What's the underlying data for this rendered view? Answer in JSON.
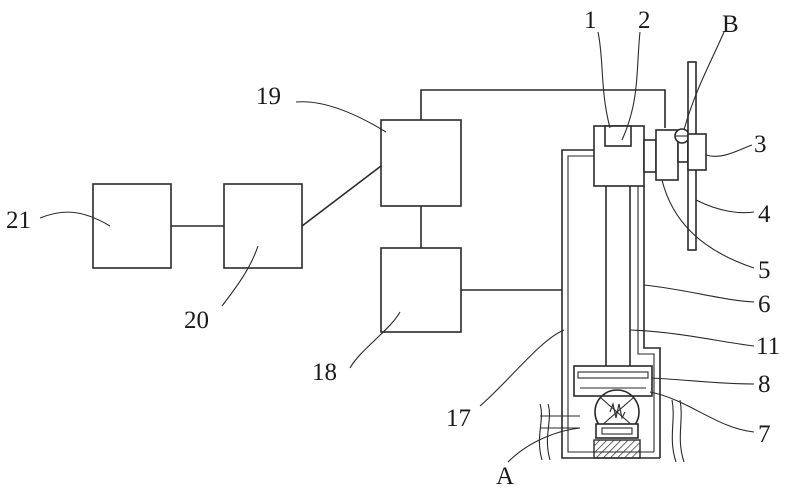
{
  "labels": {
    "l1": "1",
    "l2": "2",
    "lB": "B",
    "l3": "3",
    "l4": "4",
    "l5": "5",
    "l6": "6",
    "l11": "11",
    "l8": "8",
    "l7": "7",
    "lA": "A",
    "l17": "17",
    "l18": "18",
    "l19": "19",
    "l20": "20",
    "l21": "21"
  }
}
